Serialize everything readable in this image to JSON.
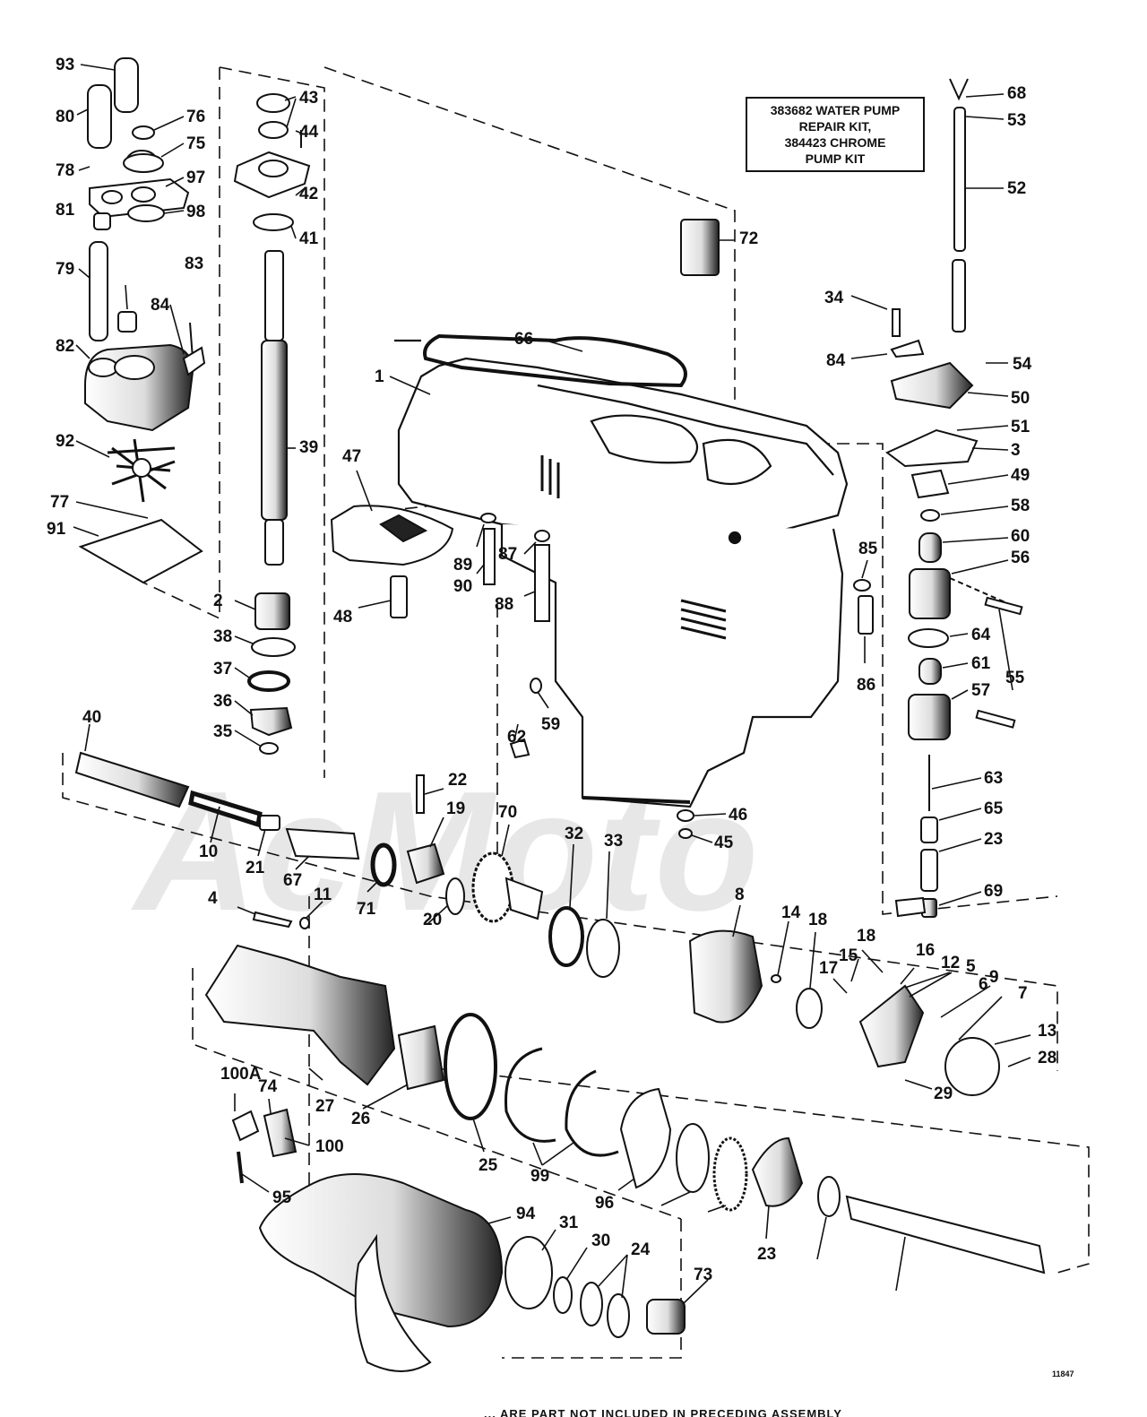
{
  "kit_note": {
    "line1": "383682 WATER PUMP",
    "line2": "REPAIR KIT,",
    "line3": "384423 CHROME",
    "line4": "PUMP KIT"
  },
  "figure_number": "11847",
  "footer_note": "... ARE PART NOT INCLUDED IN PRECEDING ASSEMBLY",
  "watermark": "AcMoto",
  "part_labels": [
    "93",
    "80",
    "76",
    "75",
    "78",
    "97",
    "81",
    "98",
    "79",
    "83",
    "84",
    "82",
    "92",
    "77",
    "91",
    "43",
    "44",
    "42",
    "41",
    "39",
    "2",
    "38",
    "37",
    "36",
    "35",
    "47",
    "48",
    "89",
    "90",
    "87",
    "88",
    "1",
    "66",
    "72",
    "68",
    "53",
    "52",
    "34",
    "84",
    "54",
    "50",
    "51",
    "3",
    "49",
    "58",
    "60",
    "56",
    "85",
    "55",
    "64",
    "86",
    "61",
    "57",
    "46",
    "45",
    "62",
    "59",
    "63",
    "65",
    "23",
    "69",
    "40",
    "10",
    "21",
    "67",
    "22",
    "19",
    "71",
    "20",
    "70",
    "32",
    "33",
    "4",
    "11",
    "8",
    "14",
    "18",
    "18",
    "15",
    "16",
    "17",
    "12",
    "5",
    "6",
    "9",
    "7",
    "13",
    "28",
    "29",
    "27",
    "26",
    "25",
    "99",
    "96",
    "100A",
    "74",
    "100",
    "95",
    "94",
    "31",
    "30",
    "24",
    "73",
    "23"
  ]
}
